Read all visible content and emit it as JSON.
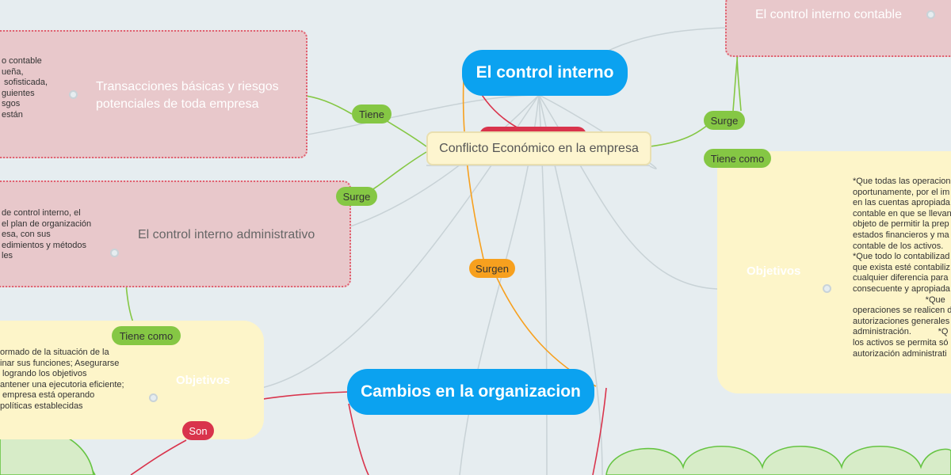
{
  "central": {
    "title": "El control interno",
    "sub": "Conflicto Económico en la empresa"
  },
  "secondary": {
    "title": "Cambios en la organizacion"
  },
  "labels": {
    "tiene": "Tiene",
    "surge_left": "Surge",
    "surge_right": "Surge",
    "tiene_como_right": "Tiene como",
    "tiene_como_left": "Tiene como",
    "surgen": "Surgen",
    "son": "Son"
  },
  "topics": {
    "contable": {
      "title": "El control interno contable"
    },
    "transacciones": {
      "title": "Transacciones básicas y riesgos potenciales de toda empresa",
      "note": "o contable\nueña,\n sofisticada,\nguientes\nsgos\nestán"
    },
    "administrativo": {
      "title": "El control interno administrativo",
      "note": "de control interno, el\nel plan de organización\nesa, con sus\nedimientos y métodos\nles"
    },
    "objetivos_right": {
      "title": "Objetivos",
      "note": "*Que todas las operacion\noportunamente, por el im\nen las cuentas apropiada\ncontable en que se llevan\nobjeto de permitir la prep\nestados financieros y ma\ncontable de los activos.\n*Que todo lo contabilizad\nque exista esté contabiliz\ncualquier diferencia para\nconsecuente y apropiada\n                              *Que\noperaciones se realicen d\nautorizaciones generales\nadministración.           *Q\nlos activos se permita só\nautorización administrati"
    },
    "objetivos_left": {
      "title": "Objetivos",
      "note": "ormado de la situación de la\ninar sus funciones; Asegurarse\n logrando los objetivos\nantener una ejecutoria eficiente;\n empresa está operando\npolíticas establecidas"
    }
  },
  "colors": {
    "blue": "#0ba2f0",
    "green": "#85c744",
    "orange": "#f7a01e",
    "red": "#d9344c",
    "pink": "#e8c8cb",
    "yellow": "#fdf5c9"
  }
}
